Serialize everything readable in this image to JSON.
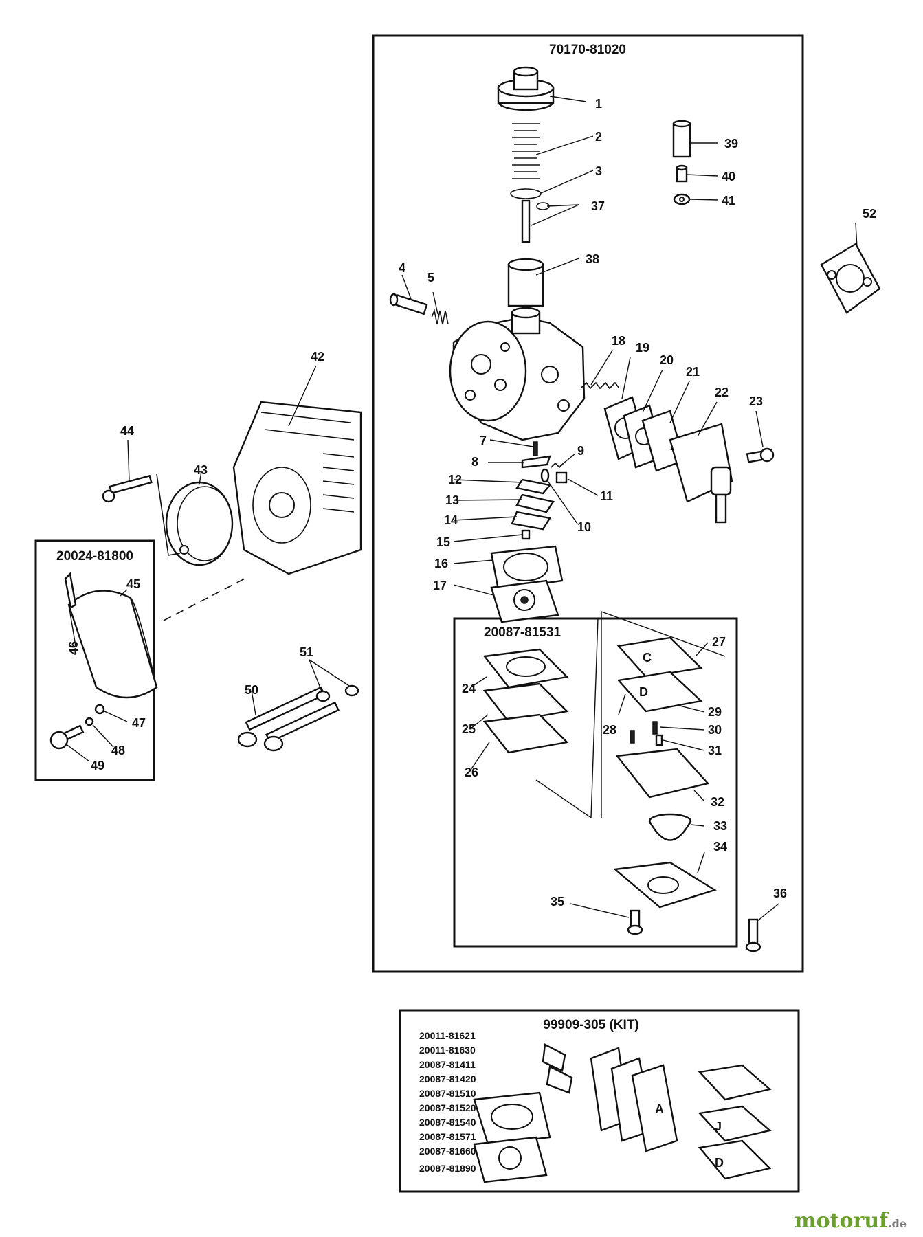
{
  "headers": {
    "carburetor": "70170-81020",
    "air_filter_kit": "20024-81800",
    "diaphragm_kit": "20087-81531",
    "repair_kit": "99909-305 (KIT)"
  },
  "kit_parts": [
    "20011-81621",
    "20011-81630",
    "20087-81411",
    "20087-81420",
    "20087-81510",
    "20087-81520",
    "20087-81540",
    "20087-81571",
    "20087-81660",
    "20087-81890"
  ],
  "callouts": [
    "1",
    "2",
    "3",
    "37",
    "39",
    "40",
    "41",
    "38",
    "4",
    "5",
    "52",
    "18",
    "19",
    "20",
    "21",
    "22",
    "23",
    "42",
    "7",
    "9",
    "8",
    "11",
    "12",
    "13",
    "10",
    "14",
    "15",
    "16",
    "17",
    "44",
    "43",
    "45",
    "46",
    "47",
    "48",
    "49",
    "51",
    "50",
    "27",
    "24",
    "29",
    "30",
    "25",
    "28",
    "31",
    "26",
    "32",
    "33",
    "34",
    "35",
    "36"
  ],
  "watermark": {
    "brand": "motoruf",
    "tld": ".de"
  }
}
